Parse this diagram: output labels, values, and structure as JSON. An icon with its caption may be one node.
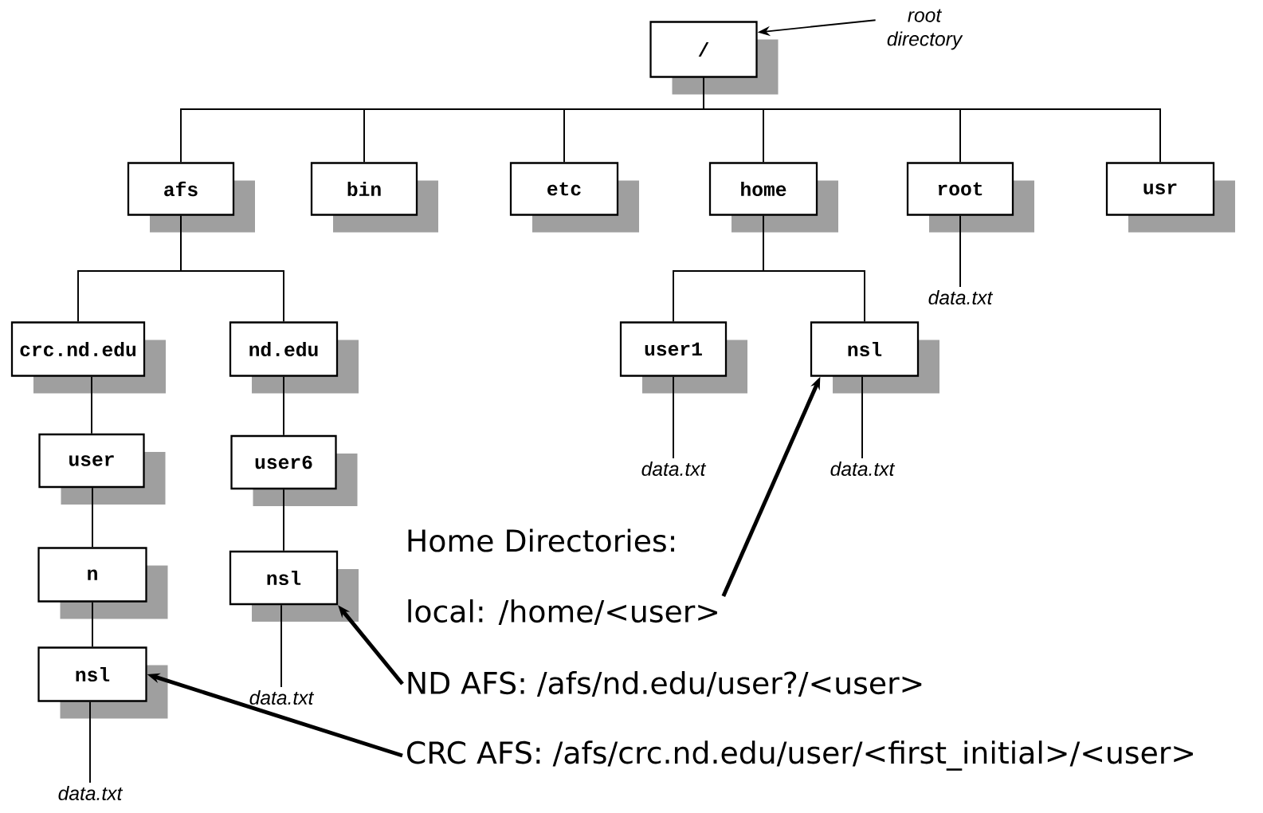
{
  "diagram": {
    "nodes": [
      {
        "text": [
          "/"
        ]
      },
      {
        "text": [
          "root directory"
        ]
      },
      {
        "text": [
          "afs"
        ]
      },
      {
        "text": [
          "bin"
        ]
      },
      {
        "text": [
          "etc"
        ]
      },
      {
        "text": [
          "home"
        ]
      },
      {
        "text": [
          "root"
        ]
      },
      {
        "text": [
          "usr"
        ]
      },
      {
        "text": [
          "crc.nd.edu"
        ]
      },
      {
        "text": [
          "nd.edu"
        ]
      },
      {
        "text": [
          "user1"
        ]
      },
      {
        "text": [
          "nsl"
        ]
      },
      {
        "text": [
          "data.txt"
        ]
      },
      {
        "text": [
          "user"
        ]
      },
      {
        "text": [
          "user6"
        ]
      },
      {
        "text": [
          "data.txt"
        ]
      },
      {
        "text": [
          "data.txt"
        ]
      },
      {
        "text": [
          "n"
        ]
      },
      {
        "text": [
          "nsl"
        ]
      },
      {
        "text": [
          "local:  /home/<user>"
        ]
      },
      {
        "text": [
          "nsl"
        ]
      },
      {
        "text": [
          "ND AFS: /afs/nd.edu/user?/<user>"
        ]
      },
      {
        "text": [
          "data.txt"
        ]
      },
      {
        "text": [
          "CRC AFS: /afs/crc.nd.edu/user/<first_initial>/<user>"
        ]
      },
      {
        "text": [
          "data.txt"
        ]
      }
    ],
    "edges": [
      {
        "from": 1,
        "to": 0,
        "arrow": "to"
      },
      {
        "from": 0,
        "to": 2,
        "arrow": "none"
      },
      {
        "from": 0,
        "to": 3,
        "arrow": "none"
      },
      {
        "from": 0,
        "to": 4,
        "arrow": "none"
      },
      {
        "from": 0,
        "to": 5,
        "arrow": "none"
      },
      {
        "from": 0,
        "to": 6,
        "arrow": "none"
      },
      {
        "from": 0,
        "to": 7,
        "arrow": "none"
      },
      {
        "from": 2,
        "to": 8,
        "arrow": "none"
      },
      {
        "from": 2,
        "to": 9,
        "arrow": "none"
      },
      {
        "from": 5,
        "to": 10,
        "arrow": "none"
      },
      {
        "from": 5,
        "to": 11,
        "arrow": "none"
      },
      {
        "from": 6,
        "to": 12,
        "arrow": "none"
      },
      {
        "from": 8,
        "to": 13,
        "arrow": "none"
      },
      {
        "from": 9,
        "to": 14,
        "arrow": "none"
      },
      {
        "from": 10,
        "to": 15,
        "arrow": "none"
      },
      {
        "from": 11,
        "to": 16,
        "arrow": "none"
      },
      {
        "from": 13,
        "to": 17,
        "arrow": "none"
      },
      {
        "from": 14,
        "to": 18,
        "arrow": "none"
      },
      {
        "from": 17,
        "to": 20,
        "arrow": "none"
      },
      {
        "from": 18,
        "to": 22,
        "arrow": "none"
      },
      {
        "from": 20,
        "to": 24,
        "arrow": "none"
      },
      {
        "from": 19,
        "to": 11,
        "arrow": "to",
        "style": "thick"
      },
      {
        "from": 21,
        "to": 18,
        "arrow": "to",
        "style": "thick"
      },
      {
        "from": 23,
        "to": 20,
        "arrow": "to",
        "style": "thick"
      }
    ],
    "labels": [
      "Home Directories:"
    ]
  }
}
